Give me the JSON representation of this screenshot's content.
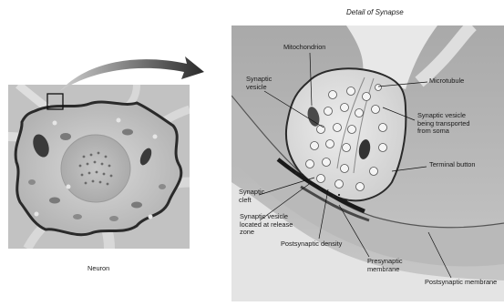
{
  "title": "Detail of Synapse",
  "neuron_caption": "Neuron",
  "labels": {
    "mitochondrion": "Mitochondrion",
    "microtubule": "Microtubule",
    "synaptic_vesicle": "Synaptic\nvesicle",
    "vesicle_transported": "Synaptic vesicle\nbeing transported\nfrom soma",
    "terminal_button": "Terminal button",
    "synaptic_cleft": "Synaptic\ncleft",
    "vesicle_release_zone": "Synaptic vesicle\nlocated at release\nzone",
    "postsynaptic_density": "Postsynaptic density",
    "presynaptic_membrane": "Presynaptic\nmembrane",
    "postsynaptic_membrane": "Postsynaptic membrane"
  }
}
